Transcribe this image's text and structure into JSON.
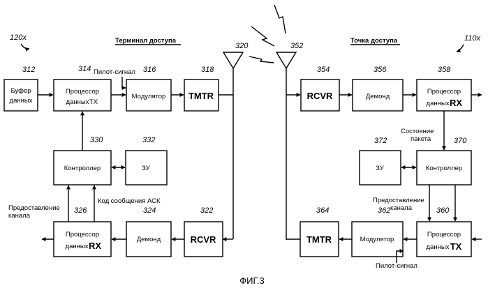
{
  "headers": {
    "terminal": "Терминал доступа",
    "access_point": "Точка доступа",
    "terminal_ref": "120x",
    "access_point_ref": "110x"
  },
  "refs": {
    "r312": "312",
    "r314": "314",
    "r316": "316",
    "r318": "318",
    "r320": "320",
    "r322": "322",
    "r324": "324",
    "r326": "326",
    "r330": "330",
    "r332": "332",
    "r352": "352",
    "r354": "354",
    "r356": "356",
    "r358": "358",
    "r360": "360",
    "r362": "362",
    "r364": "364",
    "r370": "370",
    "r372": "372"
  },
  "terminal_blocks": {
    "buffer_l1": "Буфер",
    "buffer_l2": "данных",
    "tx_proc_l1": "Процессор",
    "tx_proc_l2": "данных",
    "tx_suffix": "TX",
    "modulator": "Модулятор",
    "tmtr": "TMTR",
    "controller": "Контроллер",
    "memory": "ЗУ",
    "rx_proc_l1": "Процессор",
    "rx_proc_l2": "данных",
    "rx_suffix": "RX",
    "demod": "Демонд",
    "rcvr": "RCVR"
  },
  "access_blocks": {
    "rcvr": "RCVR",
    "demod": "Демонд",
    "rx_proc_l1": "Процессор",
    "rx_proc_l2": "данных",
    "rx_suffix": "RX",
    "memory": "ЗУ",
    "controller": "Контроллер",
    "tmtr": "TMTR",
    "modulator": "Модулятор",
    "tx_proc_l1": "Процессор",
    "tx_proc_l2": "данных",
    "tx_suffix": "TX"
  },
  "labels": {
    "pilot_top": "Пилот-сигнал",
    "ack_code": "Код сообщения АСК",
    "channel_grant_l1": "Предоставление",
    "channel_grant_l2": "канала",
    "packet_state_l1": "Состояние",
    "packet_state_l2": "пакета",
    "channel_grant_ap_l1": "Предоставление",
    "channel_grant_ap_l2": "канала",
    "pilot_bottom": "Пилот-сигнал"
  },
  "caption": "ФИГ.3"
}
